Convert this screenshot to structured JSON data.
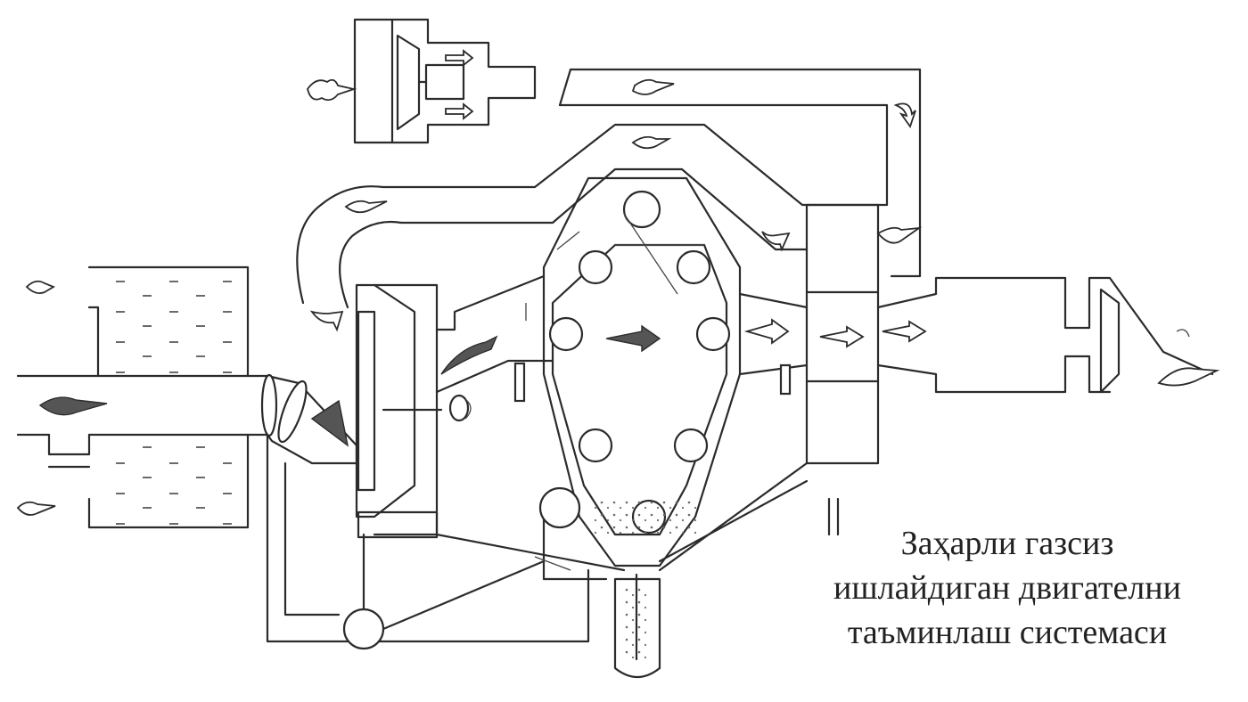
{
  "caption": {
    "line1": "Заҳарли газсиз",
    "line2": "ишлайдиган двигателни",
    "line3": "таъминлаш системаси"
  },
  "colors": {
    "line": "#2b2b2b",
    "background": "#ffffff",
    "text": "#222222"
  }
}
